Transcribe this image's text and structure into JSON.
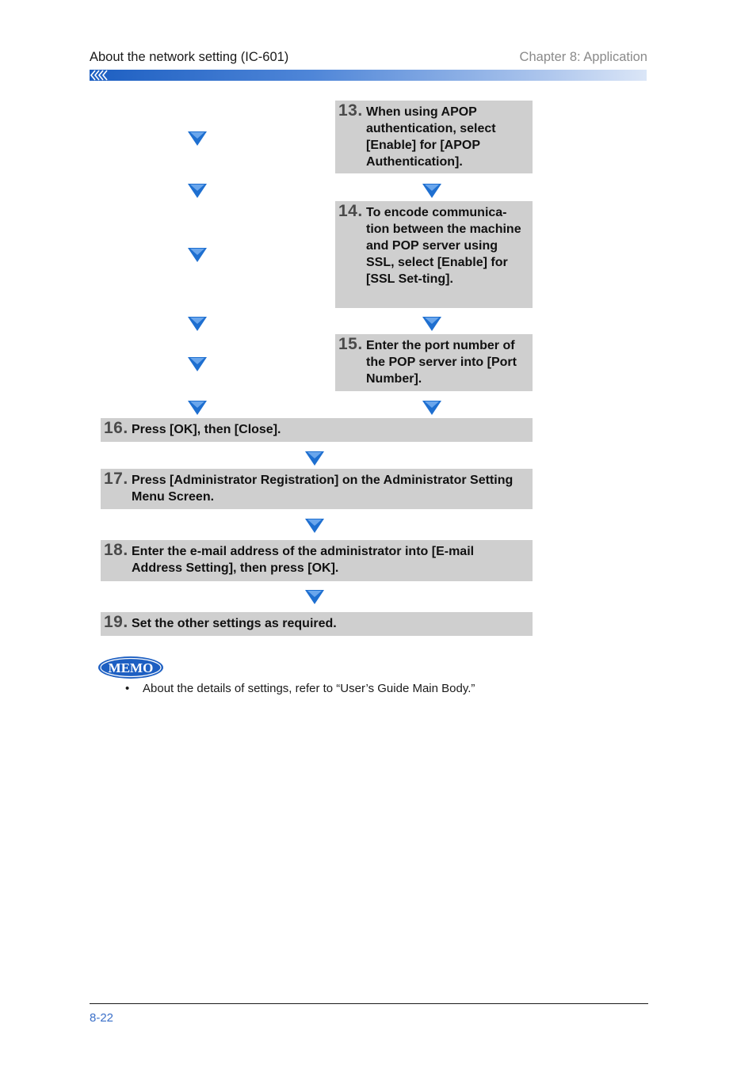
{
  "header": {
    "left_title": "About the network setting (IC-601)",
    "right_title": "Chapter 8: Application"
  },
  "steps": [
    {
      "num": "13.",
      "text": "When using APOP authentication, select [Enable] for [APOP Authentication]."
    },
    {
      "num": "14.",
      "text": "To encode communica-tion between the machine and POP server using SSL, select [Enable] for [SSL Set-ting]."
    },
    {
      "num": "15.",
      "text": "Enter the port number of the POP server into [Port Number]."
    },
    {
      "num": "16.",
      "text": "Press [OK], then [Close]."
    },
    {
      "num": "17.",
      "text": "Press [Administrator Registration] on the Administrator Setting Menu Screen."
    },
    {
      "num": "18.",
      "text": "Enter the e-mail address of the administrator into [E-mail Address Setting], then press [OK]."
    },
    {
      "num": "19.",
      "text": "Set the other settings as required."
    }
  ],
  "memo": {
    "badge": "MEMO",
    "bullet": "•",
    "note": "About the details of settings, refer to “User’s Guide Main Body.”"
  },
  "footer": {
    "page_number": "8-22"
  },
  "colors": {
    "accent": "#1d5fc2",
    "step_box": "#cfcfcf",
    "arrow": "#1e6fd0"
  }
}
